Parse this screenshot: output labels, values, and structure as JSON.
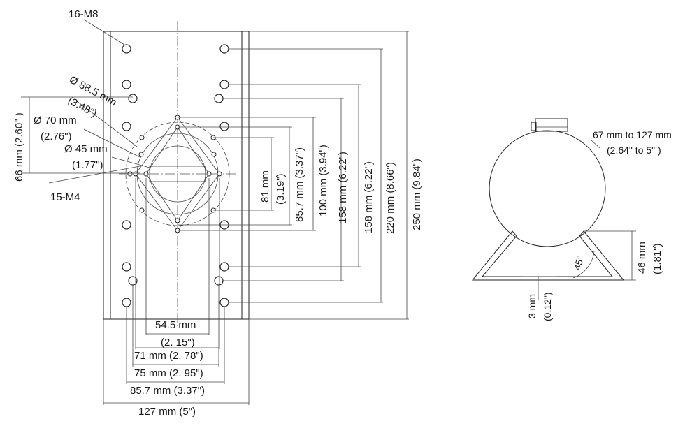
{
  "front_view": {
    "bolt_label": "16-M8",
    "thread_label": "15-M4",
    "dia_88_5_mm": "Ø 88.5 mm",
    "dia_88_5_in": "(3.48\")",
    "dia_70_mm": "Ø 70 mm",
    "dia_70_in": "(2.76\")",
    "dia_45_mm": "Ø 45 mm",
    "dia_45_in": "(1.77\")",
    "height_66": "66 mm (2.60\" )",
    "dim_81_mm": "81 mm",
    "dim_81_in": "(3.19\")",
    "dim_85_7_v": "85.7 mm (3.37\")",
    "dim_100": "100 mm (3.94\")",
    "dim_158_a": "158 mm (6.22\")",
    "dim_158_b": "158 mm (6.22\")",
    "dim_220": "220 mm (8.66\")",
    "dim_250": "250 mm (9.84\")",
    "dim_54_5_mm": "54.5 mm",
    "dim_54_5_in": "(2. 15\")",
    "dim_71": "71 mm (2. 78\")",
    "dim_75": "75 mm (2. 95\")",
    "dim_85_7_h": "85.7 mm (3.37\")",
    "dim_127": "127 mm (5\")"
  },
  "side_view": {
    "pole_range_mm": "67 mm to 127 mm",
    "pole_range_in": "(2.64\" to 5\" )",
    "angle": "45°",
    "height_46_mm": "46 mm",
    "height_46_in": "(1.81\")",
    "thickness_mm": "3 mm",
    "thickness_in": "(0.12\")"
  }
}
